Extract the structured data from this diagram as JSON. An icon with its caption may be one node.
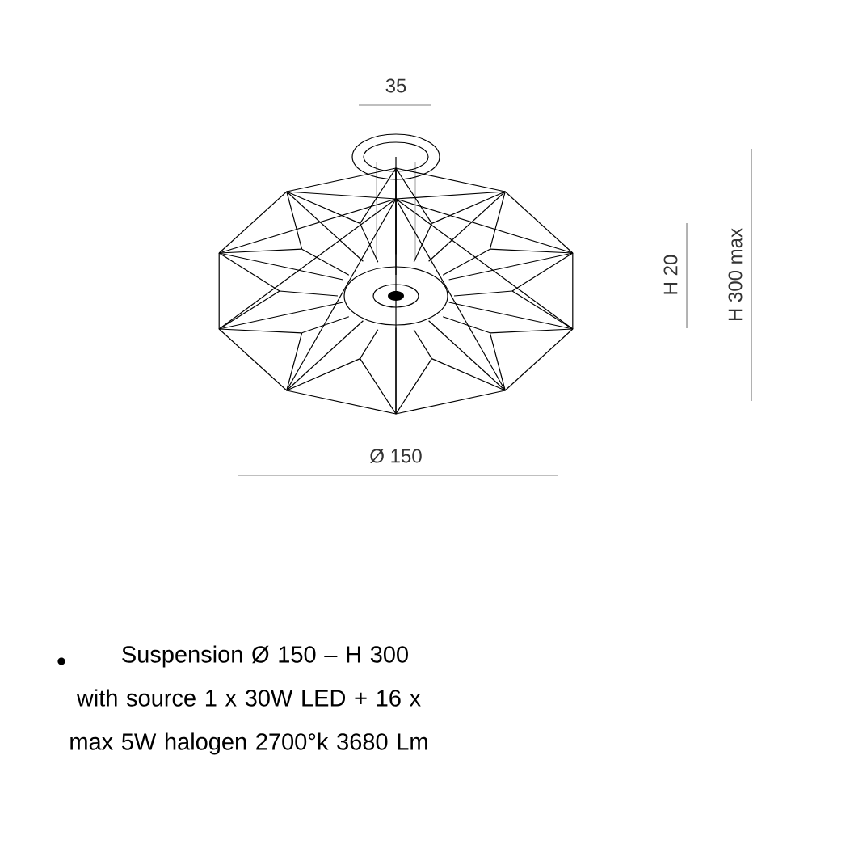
{
  "diagram": {
    "labels": [
      "35",
      "H 20",
      "H 300 max",
      "Ø 150",
      "Suspension Ø 150 – H 300 with source 1 x 30W LED + 16 x max 5W halogen 2700°k 3680 Lm"
    ]
  }
}
